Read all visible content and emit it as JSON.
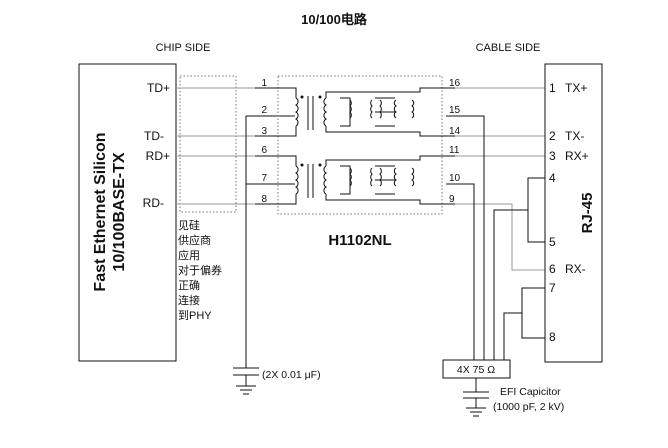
{
  "title": "10/100电路",
  "chip_side_label": "CHIP SIDE",
  "cable_side_label": "CABLE SIDE",
  "chip": {
    "label_line1": "Fast Ethernet Silicon",
    "label_line2": "10/100BASE-TX",
    "signals": [
      "TD+",
      "TD-",
      "RD+",
      "RD-"
    ]
  },
  "transformer": {
    "label": "H1102NL",
    "left_pins": [
      "1",
      "2",
      "3",
      "6",
      "7",
      "8"
    ],
    "right_pins": [
      "16",
      "15",
      "14",
      "11",
      "10",
      "9"
    ]
  },
  "rj45": {
    "label": "RJ-45",
    "pins": [
      {
        "num": "1",
        "sig": "TX+"
      },
      {
        "num": "2",
        "sig": "TX-"
      },
      {
        "num": "3",
        "sig": "RX+"
      },
      {
        "num": "4",
        "sig": ""
      },
      {
        "num": "5",
        "sig": ""
      },
      {
        "num": "6",
        "sig": "RX-"
      },
      {
        "num": "7",
        "sig": ""
      },
      {
        "num": "8",
        "sig": ""
      }
    ]
  },
  "note_lines": [
    "见硅",
    "供应商",
    "应用",
    "对于偏券",
    "正确",
    "连接",
    "到PHY"
  ],
  "cap_chip_label": "(2X 0.01 μF)",
  "resistor_label": "4X 75 Ω",
  "efi_label_line1": "EFI Capicitor",
  "efi_label_line2": "(1000 pF, 2 kV)"
}
